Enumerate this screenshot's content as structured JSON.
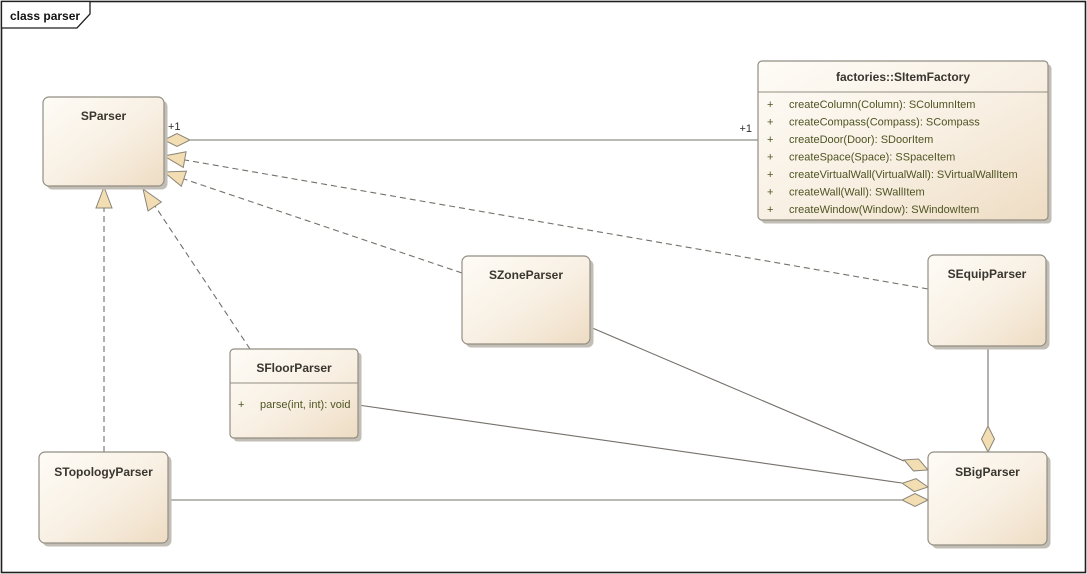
{
  "frame": {
    "label": "class parser"
  },
  "colors": {
    "background": "#ffffff",
    "box_fill_light": "#fefcf7",
    "box_fill_dark": "#eedcc3",
    "box_border": "#928e83",
    "connector": "#75716a",
    "arrow_fill": "#f3ddb3",
    "title_text": "#39352f",
    "method_text": "#4e5422"
  },
  "classes": {
    "sparser": {
      "name": "SParser"
    },
    "sitemfactory": {
      "name": "factories::SItemFactory",
      "methods": [
        {
          "visibility": "+",
          "signature": "createColumn(Column): SColumnItem"
        },
        {
          "visibility": "+",
          "signature": "createCompass(Compass): SCompass"
        },
        {
          "visibility": "+",
          "signature": "createDoor(Door): SDoorItem"
        },
        {
          "visibility": "+",
          "signature": "createSpace(Space): SSpaceItem"
        },
        {
          "visibility": "+",
          "signature": "createVirtualWall(VirtualWall): SVirtualWallItem"
        },
        {
          "visibility": "+",
          "signature": "createWall(Wall): SWallItem"
        },
        {
          "visibility": "+",
          "signature": "createWindow(Window): SWindowItem"
        }
      ]
    },
    "szoneparser": {
      "name": "SZoneParser"
    },
    "sfloorparser": {
      "name": "SFloorParser",
      "methods": [
        {
          "visibility": "+",
          "signature": "parse(int, int): void"
        }
      ]
    },
    "stopologyparser": {
      "name": "STopologyParser"
    },
    "sequipparser": {
      "name": "SEquipParser"
    },
    "sbigparser": {
      "name": "SBigParser"
    }
  },
  "relationships": [
    {
      "id": "sparser-sitemfactory",
      "type": "aggregation",
      "line": "solid",
      "diamond_at": "SParser",
      "source_label": "+1",
      "target_label": "+1"
    },
    {
      "id": "sequipparser-sparser",
      "type": "realization",
      "line": "dashed",
      "arrow_at": "SParser"
    },
    {
      "id": "szoneparser-sparser",
      "type": "realization",
      "line": "dashed",
      "arrow_at": "SParser"
    },
    {
      "id": "stopologyparser-sparser",
      "type": "realization",
      "line": "dashed",
      "arrow_at": "SParser"
    },
    {
      "id": "sfloorparser-sparser",
      "type": "realization",
      "line": "dashed",
      "arrow_at": "SParser"
    },
    {
      "id": "sbigparser-szoneparser",
      "type": "aggregation",
      "line": "solid",
      "diamond_at": "SBigParser"
    },
    {
      "id": "sbigparser-sfloorparser",
      "type": "aggregation",
      "line": "solid",
      "diamond_at": "SBigParser"
    },
    {
      "id": "sbigparser-stopologyparser",
      "type": "aggregation",
      "line": "solid",
      "diamond_at": "SBigParser"
    },
    {
      "id": "sbigparser-sequipparser",
      "type": "aggregation",
      "line": "solid",
      "diamond_at": "SBigParser"
    }
  ]
}
